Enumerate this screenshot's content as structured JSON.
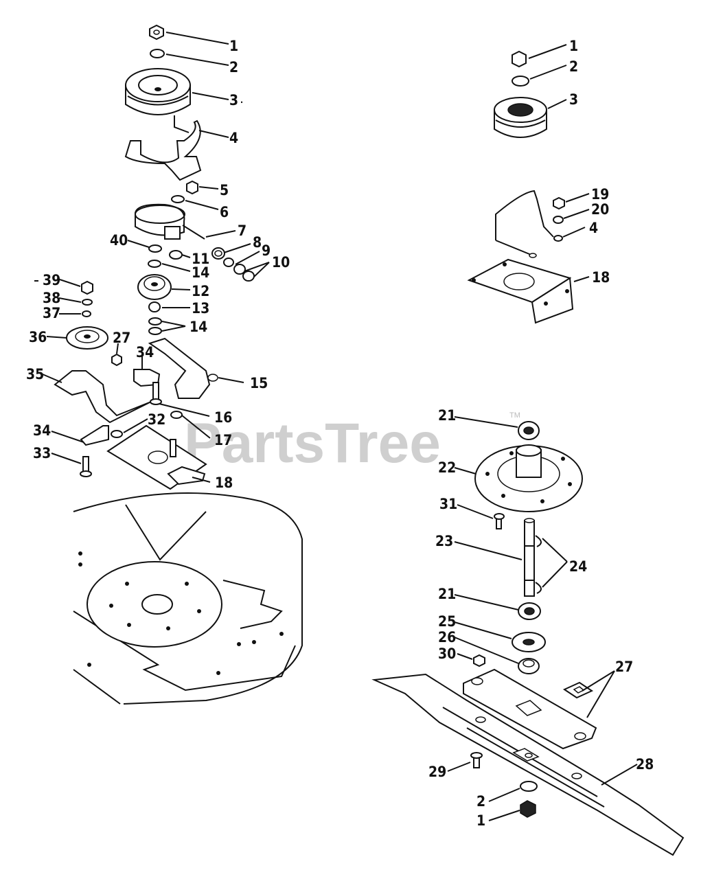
{
  "watermark": {
    "text": "PartsTree",
    "trademark": "TM"
  },
  "left_assembly": {
    "callouts": [
      "1",
      "2",
      "3",
      "4",
      "5",
      "6",
      "7",
      "40",
      "8",
      "9",
      "10",
      "11",
      "14",
      "39",
      "12",
      "38",
      "13",
      "37",
      "14",
      "36",
      "27",
      "34",
      "35",
      "15",
      "16",
      "32",
      "17",
      "34",
      "33",
      "18"
    ]
  },
  "right_top_assembly": {
    "callouts": [
      "1",
      "2",
      "3",
      "19",
      "20",
      "4",
      "18"
    ]
  },
  "right_bottom_assembly": {
    "callouts": [
      "21",
      "22",
      "31",
      "23",
      "24",
      "21",
      "25",
      "26",
      "30",
      "27",
      "28",
      "29",
      "2",
      "1"
    ]
  },
  "icons": [
    "hex-nut-icon",
    "washer-icon",
    "pulley-icon",
    "bracket-icon",
    "bolt-icon",
    "spring-icon",
    "blade-icon",
    "deck-icon",
    "spindle-icon",
    "bearing-icon"
  ]
}
